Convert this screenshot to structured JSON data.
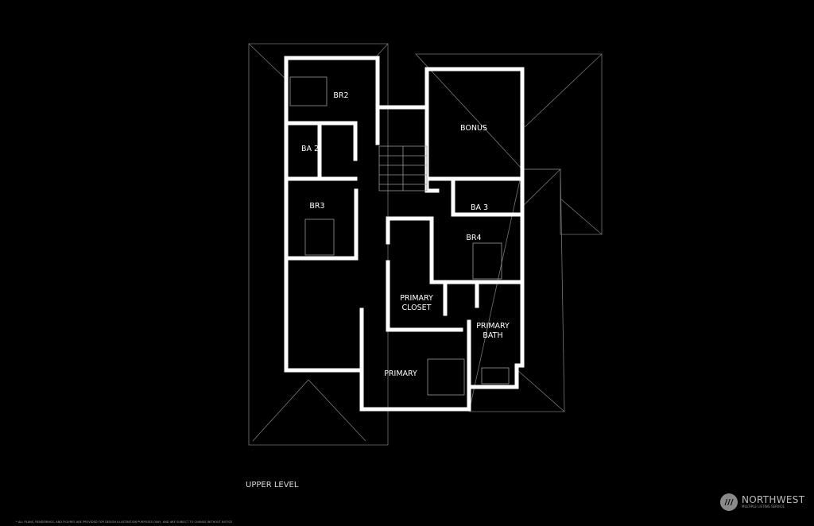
{
  "rooms": {
    "br2": "BR2",
    "ba2": "BA 2",
    "br3": "BR3",
    "bonus": "BONUS",
    "ba3": "BA 3",
    "br4": "BR4",
    "primary_closet_1": "PRIMARY",
    "primary_closet_2": "CLOSET",
    "primary_bath_1": "PRIMARY",
    "primary_bath_2": "BATH",
    "primary": "PRIMARY"
  },
  "level_label": "UPPER LEVEL",
  "disclaimer": "* ALL PLANS, RENDERINGS, AND FIGURES ARE PROVIDED FOR DESIGN ILLUSTRATION PURPOSES ONLY, AND ARE SUBJECT TO CHANGE WITHOUT NOTICE",
  "logo": {
    "name": "NORTHWEST",
    "subtitle": "MULTIPLE LISTING SERVICE"
  }
}
